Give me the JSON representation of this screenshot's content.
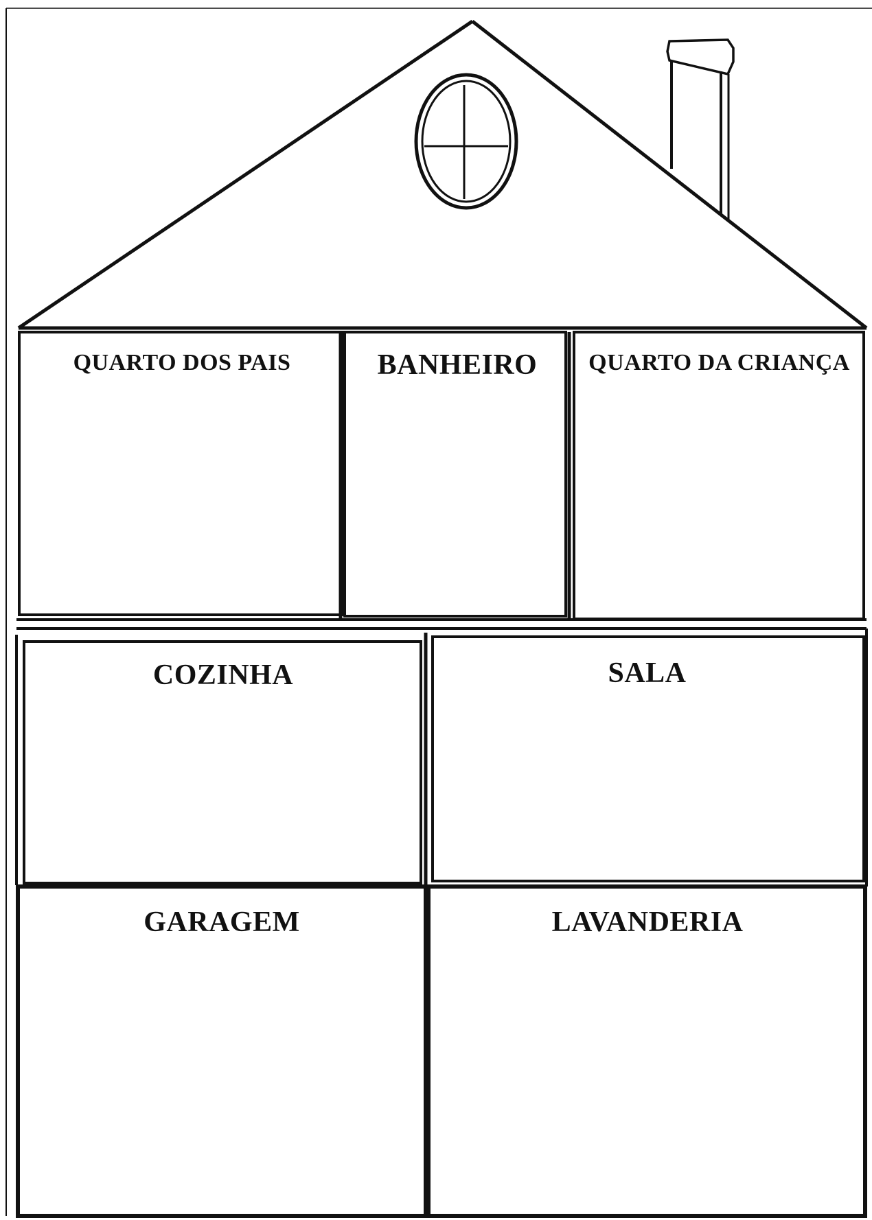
{
  "rooms": {
    "parents_bedroom": "QUARTO DOS PAIS",
    "bathroom": "BANHEIRO",
    "child_bedroom": "QUARTO DA CRIANÇA",
    "kitchen": "COZINHA",
    "living_room": "SALA",
    "garage": "GARAGEM",
    "laundry": "LAVANDERIA"
  },
  "colors": {
    "line": "#111111",
    "background": "#ffffff"
  }
}
